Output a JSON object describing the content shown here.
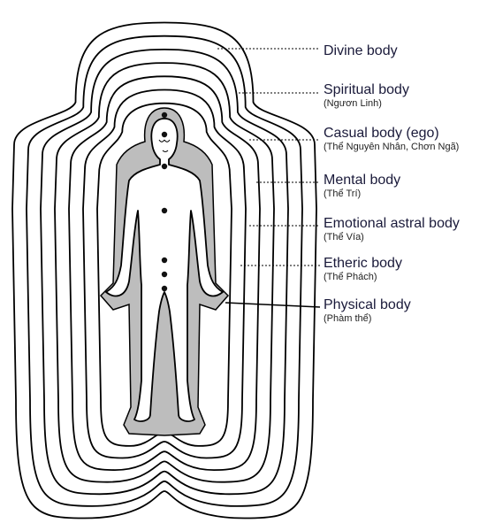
{
  "layers": [
    {
      "title": "Divine body",
      "subtitle": ""
    },
    {
      "title": "Spiritual body",
      "subtitle": "(Ngươn Linh)"
    },
    {
      "title": "Casual body (ego)",
      "subtitle": "(Thể Nguyên Nhân, Chơn Ngã)"
    },
    {
      "title": "Mental body",
      "subtitle": "(Thể Trí)"
    },
    {
      "title": "Emotional astral body",
      "subtitle": "(Thể Vía)"
    },
    {
      "title": "Etheric body",
      "subtitle": "(Thể Phách)"
    },
    {
      "title": "Physical body",
      "subtitle": "(Phàm thể)"
    }
  ],
  "colors": {
    "line": "#000000",
    "aura_fill": "#bdbdbd",
    "label_text": "#1a1a3a"
  }
}
